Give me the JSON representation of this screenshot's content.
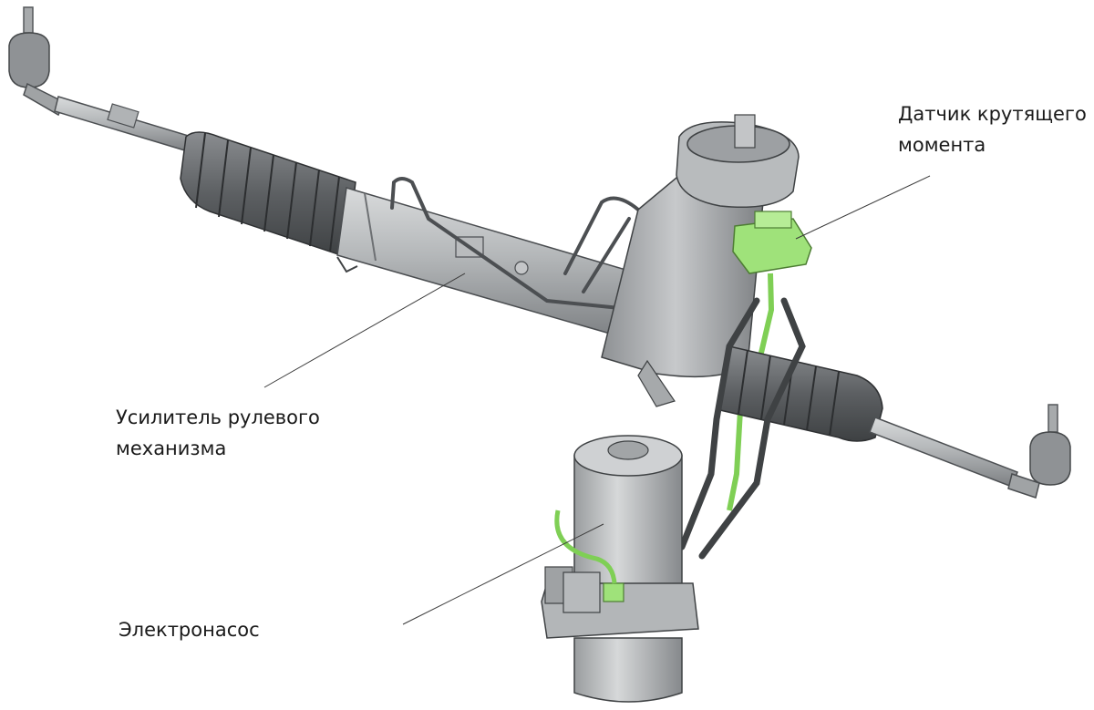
{
  "labels": {
    "torque_sensor": {
      "line1": "Датчик крутящего",
      "line2": "момента"
    },
    "steering_amplifier": {
      "line1": "Усилитель рулевого",
      "line2": "механизма"
    },
    "electric_pump": {
      "line1": "Электронасос"
    }
  },
  "colors": {
    "body_gray": "#a9acae",
    "dark_gray": "#5e6164",
    "boot_gray": "#6b6e71",
    "highlight_green": "#9fe27a",
    "wire_green": "#7fcf55"
  }
}
